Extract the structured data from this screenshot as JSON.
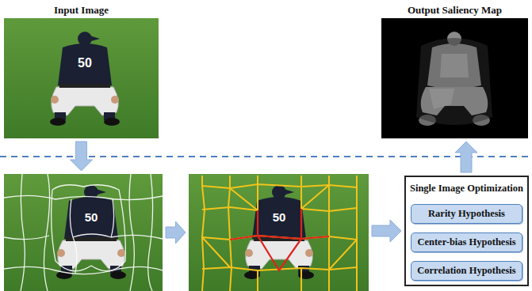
{
  "diagram": {
    "nodes": [
      {
        "text": [
          "Input Image",
          "50"
        ]
      },
      {
        "text": [
          "Output Saliency Map"
        ]
      },
      {
        "text": [
          "50"
        ]
      },
      {
        "text": [
          "50"
        ]
      },
      {
        "text": [
          "Single Image Optimization"
        ]
      },
      {
        "text": [
          "Rarity Hypothesis"
        ],
        "in": 4
      },
      {
        "text": [
          "Center-bias Hypothesis"
        ],
        "in": 4
      },
      {
        "text": [
          "Correlation Hypothesis"
        ],
        "in": 4
      }
    ],
    "edges": [
      {
        "from": 0,
        "to": 2,
        "arrow": "to"
      },
      {
        "from": 2,
        "to": 3,
        "arrow": "to"
      },
      {
        "from": 3,
        "to": 4,
        "arrow": "to"
      },
      {
        "from": 4,
        "to": 1,
        "arrow": "to"
      }
    ]
  }
}
